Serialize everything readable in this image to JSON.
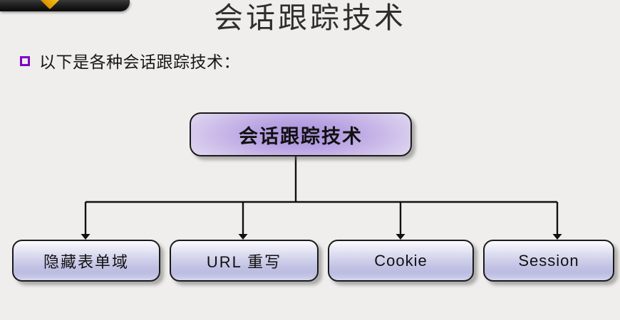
{
  "slide": {
    "title": "会话跟踪技术",
    "background_color": "#efeeec"
  },
  "decor": {
    "topbar_name": "black-corner-banner",
    "diamond_icon": "diamond-icon",
    "diamond_color": "#e8a70b",
    "bar_color": "#141414"
  },
  "bullet": {
    "marker_icon": "hollow-square-bullet-icon",
    "marker_color": "#7d05c6",
    "text": "以下是各种会话跟踪技术："
  },
  "diagram": {
    "type": "tree",
    "root": {
      "label": "会话跟踪技术",
      "fill_color": "#b9a4e3",
      "border_color": "#1a1a1a"
    },
    "children": [
      {
        "label": "隐藏表单域",
        "fill_color": "#c2c2e4"
      },
      {
        "label": "URL 重写",
        "fill_color": "#c2c2e4"
      },
      {
        "label": "Cookie",
        "fill_color": "#c2c2e4"
      },
      {
        "label": "Session",
        "fill_color": "#c2c2e4"
      }
    ],
    "connector_color": "#111111"
  }
}
